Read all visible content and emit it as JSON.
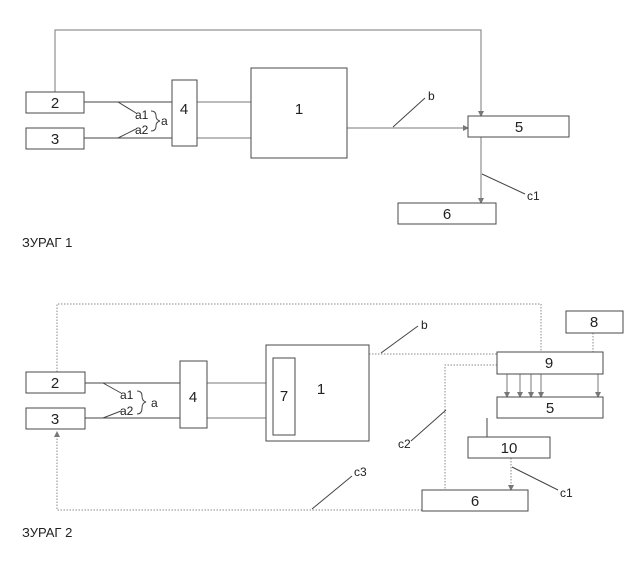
{
  "figure1": {
    "caption": "ЗУРАГ 1",
    "blocks": {
      "b1": "1",
      "b2": "2",
      "b3": "3",
      "b4": "4",
      "b5": "5",
      "b6": "6"
    },
    "labels": {
      "a1": "a1",
      "a2": "a2",
      "a": "a",
      "b": "b",
      "c1": "c1"
    }
  },
  "figure2": {
    "caption": "ЗУРАГ 2",
    "blocks": {
      "b1": "1",
      "b2": "2",
      "b3": "3",
      "b4": "4",
      "b5": "5",
      "b6": "6",
      "b7": "7",
      "b8": "8",
      "b9": "9",
      "b10": "10"
    },
    "labels": {
      "a1": "a1",
      "a2": "a2",
      "a": "a",
      "b": "b",
      "c1": "c1",
      "c2": "c2",
      "c3": "c3"
    }
  }
}
